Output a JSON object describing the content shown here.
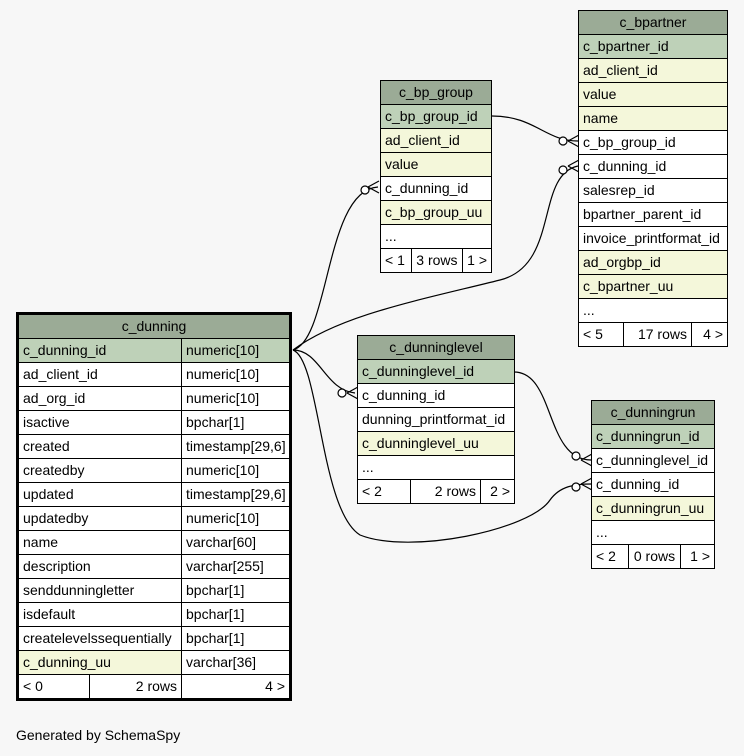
{
  "caption": "Generated by SchemaSpy",
  "tables": {
    "c_bpartner": {
      "title": "c_bpartner",
      "columns": [
        "c_bpartner_id",
        "ad_client_id",
        "value",
        "name",
        "c_bp_group_id",
        "c_dunning_id",
        "salesrep_id",
        "bpartner_parent_id",
        "invoice_printformat_id",
        "ad_orgbp_id",
        "c_bpartner_uu",
        "..."
      ],
      "footer": [
        "< 5",
        "17 rows",
        "4 >"
      ]
    },
    "c_bp_group": {
      "title": "c_bp_group",
      "columns": [
        "c_bp_group_id",
        "ad_client_id",
        "value",
        "c_dunning_id",
        "c_bp_group_uu",
        "..."
      ],
      "footer": [
        "< 1",
        "3 rows",
        "1 >"
      ]
    },
    "c_dunning": {
      "title": "c_dunning",
      "columns": [
        {
          "name": "c_dunning_id",
          "type": "numeric[10]"
        },
        {
          "name": "ad_client_id",
          "type": "numeric[10]"
        },
        {
          "name": "ad_org_id",
          "type": "numeric[10]"
        },
        {
          "name": "isactive",
          "type": "bpchar[1]"
        },
        {
          "name": "created",
          "type": "timestamp[29,6]"
        },
        {
          "name": "createdby",
          "type": "numeric[10]"
        },
        {
          "name": "updated",
          "type": "timestamp[29,6]"
        },
        {
          "name": "updatedby",
          "type": "numeric[10]"
        },
        {
          "name": "name",
          "type": "varchar[60]"
        },
        {
          "name": "description",
          "type": "varchar[255]"
        },
        {
          "name": "senddunningletter",
          "type": "bpchar[1]"
        },
        {
          "name": "isdefault",
          "type": "bpchar[1]"
        },
        {
          "name": "createlevelssequentially",
          "type": "bpchar[1]"
        },
        {
          "name": "c_dunning_uu",
          "type": "varchar[36]"
        }
      ],
      "footer": [
        "< 0",
        "2 rows",
        "4 >"
      ]
    },
    "c_dunninglevel": {
      "title": "c_dunninglevel",
      "columns": [
        "c_dunninglevel_id",
        "c_dunning_id",
        "dunning_printformat_id",
        "c_dunninglevel_uu",
        "..."
      ],
      "footer": [
        "< 2",
        "2 rows",
        "2 >"
      ]
    },
    "c_dunningrun": {
      "title": "c_dunningrun",
      "columns": [
        "c_dunningrun_id",
        "c_dunninglevel_id",
        "c_dunning_id",
        "c_dunningrun_uu",
        "..."
      ],
      "footer": [
        "< 2",
        "0 rows",
        "1 >"
      ]
    }
  },
  "colors": {
    "header": "#9bab96",
    "primary_key_row": "#bed1b8",
    "indexed_row": "#f4f7da",
    "plain_row": "#ffffff",
    "background": "#f7f7f7"
  }
}
